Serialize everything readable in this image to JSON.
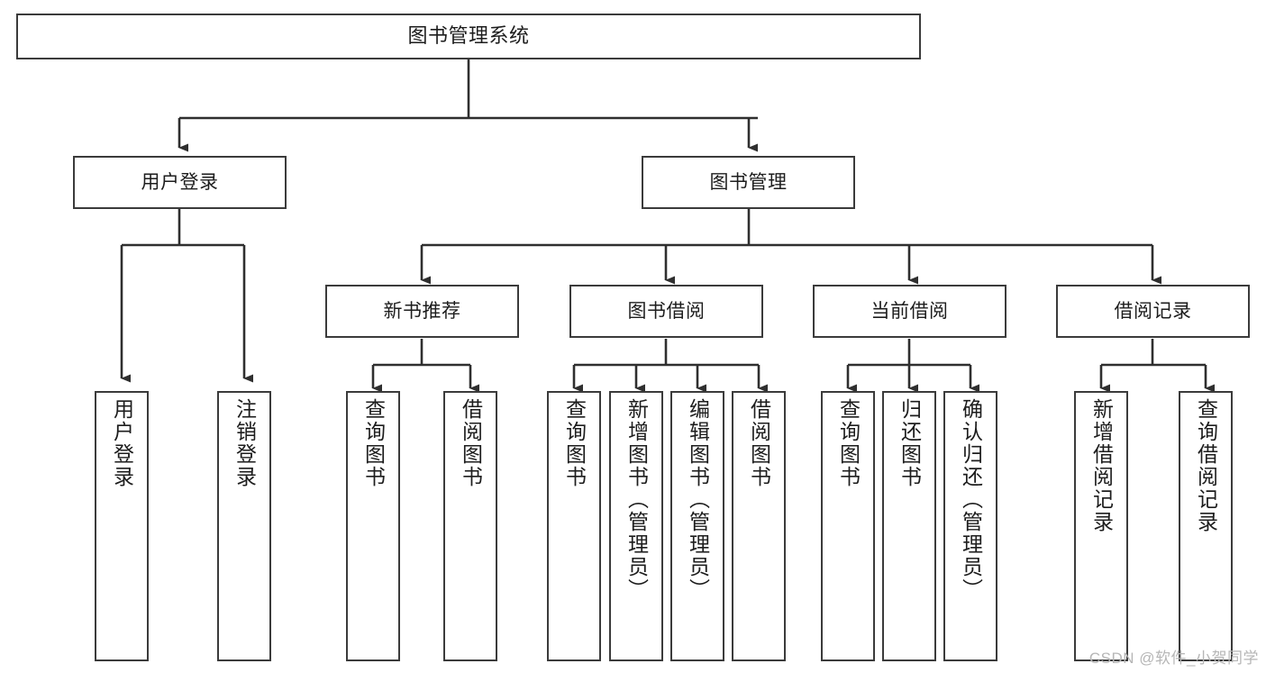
{
  "diagram": {
    "title": "图书管理系统",
    "type": "tree",
    "colors": {
      "box_border": "#3b3b3b",
      "box_fill": "#ffffff",
      "connector": "#2f2f2f",
      "text": "#1d1d1d",
      "watermark": "#b6b6b6",
      "background": "#ffffff"
    },
    "nodes": {
      "root": {
        "label": "图书管理系统"
      },
      "level2": [
        {
          "id": "user-login",
          "label": "用户登录"
        },
        {
          "id": "book-manage",
          "label": "图书管理"
        }
      ],
      "level3": [
        {
          "id": "new-book-recommend",
          "label": "新书推荐"
        },
        {
          "id": "book-borrow",
          "label": "图书借阅"
        },
        {
          "id": "current-borrow",
          "label": "当前借阅"
        },
        {
          "id": "borrow-record",
          "label": "借阅记录"
        }
      ],
      "leaves": {
        "user-login": [
          {
            "id": "leaf-user-login",
            "label": "用户登录"
          },
          {
            "id": "leaf-logout-login",
            "label": "注销登录"
          }
        ],
        "new-book-recommend": [
          {
            "id": "leaf-query-book-1",
            "label": "查询图书"
          },
          {
            "id": "leaf-borrow-book-1",
            "label": "借阅图书"
          }
        ],
        "book-borrow": [
          {
            "id": "leaf-query-book-2",
            "label": "查询图书"
          },
          {
            "id": "leaf-add-book",
            "label": "新增图书（管理员）"
          },
          {
            "id": "leaf-edit-book",
            "label": "编辑图书（管理员）"
          },
          {
            "id": "leaf-borrow-book-2",
            "label": "借阅图书"
          }
        ],
        "current-borrow": [
          {
            "id": "leaf-query-book-3",
            "label": "查询图书"
          },
          {
            "id": "leaf-return-book",
            "label": "归还图书"
          },
          {
            "id": "leaf-confirm-return",
            "label": "确认归还（管理员）"
          }
        ],
        "borrow-record": [
          {
            "id": "leaf-add-record",
            "label": "新增借阅记录"
          },
          {
            "id": "leaf-query-record",
            "label": "查询借阅记录"
          }
        ]
      }
    },
    "watermark": "CSDN @软件_小贺同学"
  }
}
